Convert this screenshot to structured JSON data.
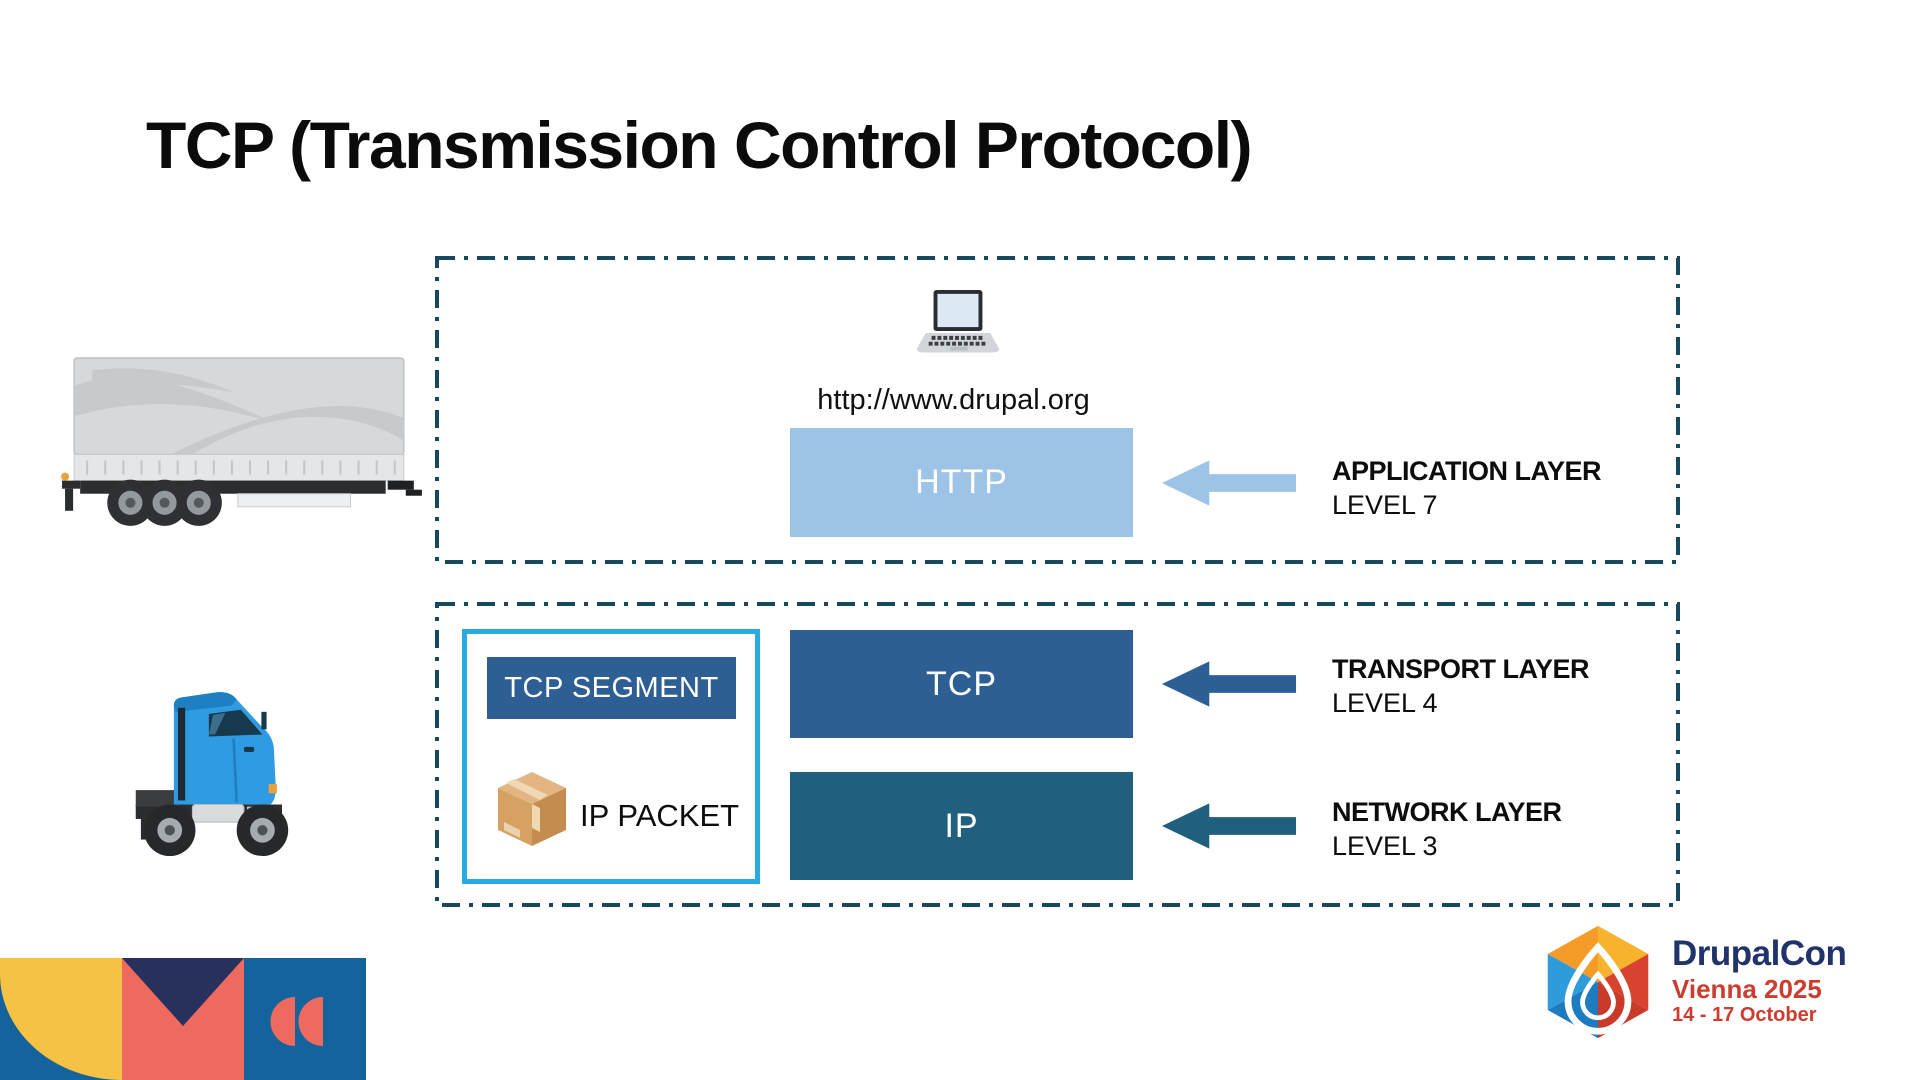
{
  "title": "TCP (Transmission Control Protocol)",
  "application": {
    "url": "http://www.drupal.org",
    "box_label": "HTTP",
    "layer_name": "APPLICATION LAYER",
    "level": "LEVEL 7"
  },
  "encapsulation": {
    "segment_label": "TCP SEGMENT",
    "packet_label": "IP PACKET"
  },
  "transport": {
    "box_label": "TCP",
    "layer_name": "TRANSPORT LAYER",
    "level": "LEVEL 4"
  },
  "network": {
    "box_label": "IP",
    "layer_name": "NETWORK LAYER",
    "level": "LEVEL 3"
  },
  "branding": {
    "name": "DrupalCon",
    "location_year": "Vienna 2025",
    "dates": "14 - 17 October"
  },
  "icons": {
    "laptop": "laptop-icon",
    "package": "package-icon",
    "trailer": "truck-trailer-illustration",
    "truck_cab": "truck-cab-illustration",
    "arrow": "left-arrow-icon",
    "logo": "drupalcon-logo"
  },
  "colors": {
    "dash_border": "#17495E",
    "light_blue": "#9DC3E6",
    "mid_blue": "#2E5F94",
    "teal_blue": "#20607E",
    "cyan_border": "#29ABE2",
    "deco_yellow": "#F6C244",
    "deco_coral": "#EE6A5F",
    "deco_navy": "#28305E",
    "deco_blue": "#15639C",
    "drupal_navy": "#20336B",
    "drupal_red": "#CC3D2F"
  }
}
